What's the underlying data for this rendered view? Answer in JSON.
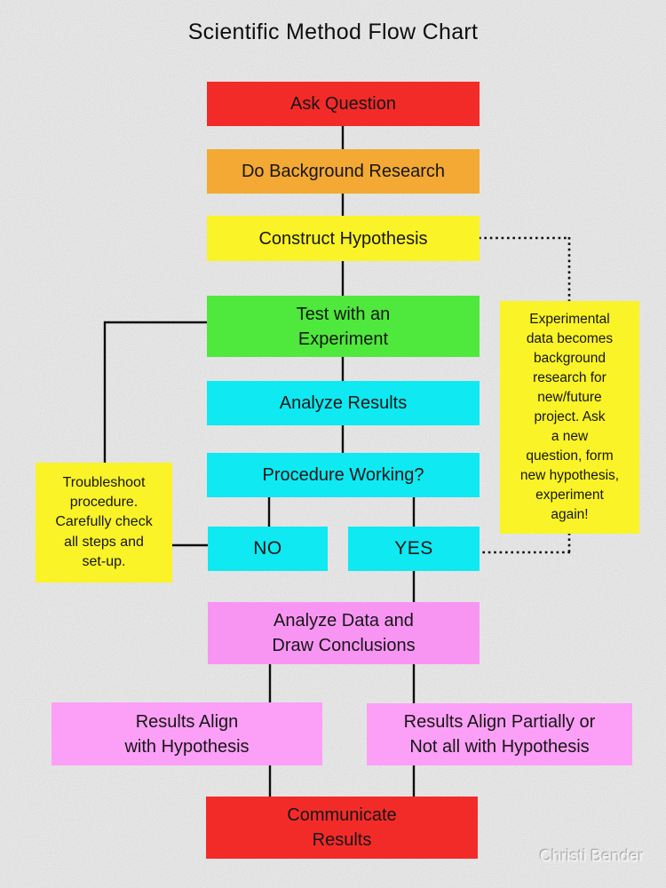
{
  "page": {
    "title": "Scientific Method Flow Chart",
    "credit": "Christi Bender"
  },
  "colors": {
    "red": "#F22B29",
    "orange": "#F3A933",
    "yellow": "#FAF327",
    "green": "#4FE83C",
    "cyan": "#0EE9F2",
    "violet": "#F895F3",
    "pink": "#FC9FF6",
    "line": "#0d0d0d",
    "background": "#C8C8C8",
    "text": "#161616"
  },
  "nodes": {
    "ask_question": {
      "label": "Ask Question",
      "color": "red"
    },
    "do_background_research": {
      "label": "Do Background Research",
      "color": "orange"
    },
    "construct_hypothesis": {
      "label": "Construct Hypothesis",
      "color": "yellow"
    },
    "test_with_experiment": {
      "label": "Test with an\nExperiment",
      "color": "green"
    },
    "analyze_results": {
      "label": "Analyze Results",
      "color": "cyan"
    },
    "procedure_working": {
      "label": "Procedure Working?",
      "color": "cyan"
    },
    "no": {
      "label": "NO",
      "color": "cyan"
    },
    "yes": {
      "label": "YES",
      "color": "cyan"
    },
    "troubleshoot_note": {
      "label": "Troubleshoot\nprocedure.\nCarefully check\nall steps and\nset-up.",
      "color": "yellow"
    },
    "experimental_note": {
      "label": "Experimental\ndata becomes\nbackground\nresearch for\nnew/future\nproject.  Ask\na new\nquestion, form\nnew hypothesis,\nexperiment\nagain!",
      "color": "yellow"
    },
    "analyze_data": {
      "label": "Analyze Data and\nDraw Conclusions",
      "color": "violet"
    },
    "results_align": {
      "label": "Results Align\nwith Hypothesis",
      "color": "pink"
    },
    "results_partial": {
      "label": "Results Align Partially or\nNot all with Hypothesis",
      "color": "pink"
    },
    "communicate_results": {
      "label": "Communicate\nResults",
      "color": "red"
    }
  }
}
